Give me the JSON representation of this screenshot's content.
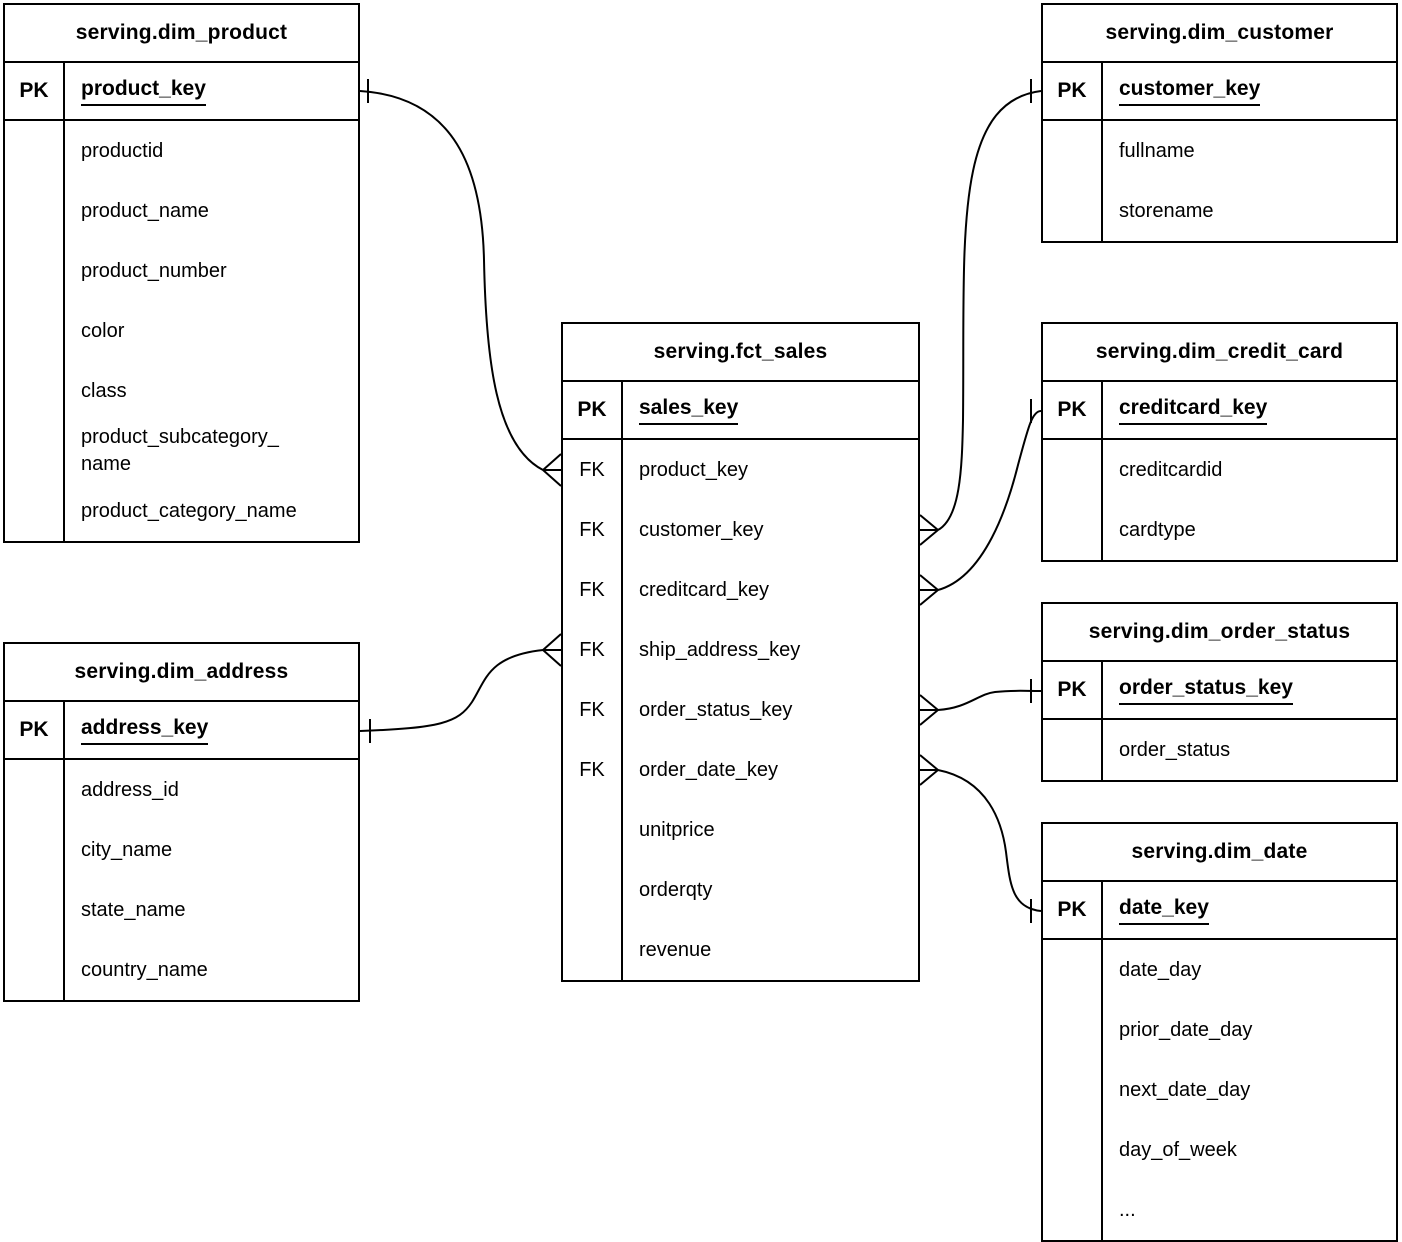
{
  "colors": {
    "background": "#ffffff",
    "line": "#000000",
    "text": "#000000"
  },
  "tables": [
    {
      "id": "dim_product",
      "title": "serving.dim_product",
      "pk": {
        "key": "PK",
        "field": "product_key"
      },
      "rows": [
        {
          "key": "",
          "field": "productid"
        },
        {
          "key": "",
          "field": "product_name"
        },
        {
          "key": "",
          "field": "product_number"
        },
        {
          "key": "",
          "field": "color"
        },
        {
          "key": "",
          "field": "class"
        },
        {
          "key": "",
          "field": "product_subcategory_\nname"
        },
        {
          "key": "",
          "field": "product_category_name"
        }
      ]
    },
    {
      "id": "dim_address",
      "title": "serving.dim_address",
      "pk": {
        "key": "PK",
        "field": "address_key"
      },
      "rows": [
        {
          "key": "",
          "field": "address_id"
        },
        {
          "key": "",
          "field": "city_name"
        },
        {
          "key": "",
          "field": "state_name"
        },
        {
          "key": "",
          "field": "country_name"
        }
      ]
    },
    {
      "id": "fct_sales",
      "title": "serving.fct_sales",
      "pk": {
        "key": "PK",
        "field": "sales_key"
      },
      "rows": [
        {
          "key": "FK",
          "field": "product_key"
        },
        {
          "key": "FK",
          "field": "customer_key"
        },
        {
          "key": "FK",
          "field": "creditcard_key"
        },
        {
          "key": "FK",
          "field": "ship_address_key"
        },
        {
          "key": "FK",
          "field": "order_status_key"
        },
        {
          "key": "FK",
          "field": "order_date_key"
        },
        {
          "key": "",
          "field": "unitprice"
        },
        {
          "key": "",
          "field": "orderqty"
        },
        {
          "key": "",
          "field": "revenue"
        }
      ]
    },
    {
      "id": "dim_customer",
      "title": "serving.dim_customer",
      "pk": {
        "key": "PK",
        "field": "customer_key"
      },
      "rows": [
        {
          "key": "",
          "field": "fullname"
        },
        {
          "key": "",
          "field": "storename"
        }
      ]
    },
    {
      "id": "dim_credit_card",
      "title": "serving.dim_credit_card",
      "pk": {
        "key": "PK",
        "field": "creditcard_key"
      },
      "rows": [
        {
          "key": "",
          "field": "creditcardid"
        },
        {
          "key": "",
          "field": "cardtype"
        }
      ]
    },
    {
      "id": "dim_order_status",
      "title": "serving.dim_order_status",
      "pk": {
        "key": "PK",
        "field": "order_status_key"
      },
      "rows": [
        {
          "key": "",
          "field": "order_status"
        }
      ]
    },
    {
      "id": "dim_date",
      "title": "serving.dim_date",
      "pk": {
        "key": "PK",
        "field": "date_key"
      },
      "rows": [
        {
          "key": "",
          "field": "date_day"
        },
        {
          "key": "",
          "field": "prior_date_day"
        },
        {
          "key": "",
          "field": "next_date_day"
        },
        {
          "key": "",
          "field": "day_of_week"
        },
        {
          "key": "",
          "field": "..."
        }
      ]
    }
  ],
  "relationships": [
    {
      "from": "serving.fct_sales.product_key",
      "to": "serving.dim_product.product_key",
      "from_cardinality": "many",
      "to_cardinality": "one"
    },
    {
      "from": "serving.fct_sales.customer_key",
      "to": "serving.dim_customer.customer_key",
      "from_cardinality": "many",
      "to_cardinality": "one"
    },
    {
      "from": "serving.fct_sales.creditcard_key",
      "to": "serving.dim_credit_card.creditcard_key",
      "from_cardinality": "many",
      "to_cardinality": "one"
    },
    {
      "from": "serving.fct_sales.ship_address_key",
      "to": "serving.dim_address.address_key",
      "from_cardinality": "many",
      "to_cardinality": "one"
    },
    {
      "from": "serving.fct_sales.order_status_key",
      "to": "serving.dim_order_status.order_status_key",
      "from_cardinality": "many",
      "to_cardinality": "one"
    },
    {
      "from": "serving.fct_sales.order_date_key",
      "to": "serving.dim_date.date_key",
      "from_cardinality": "many",
      "to_cardinality": "one"
    }
  ]
}
